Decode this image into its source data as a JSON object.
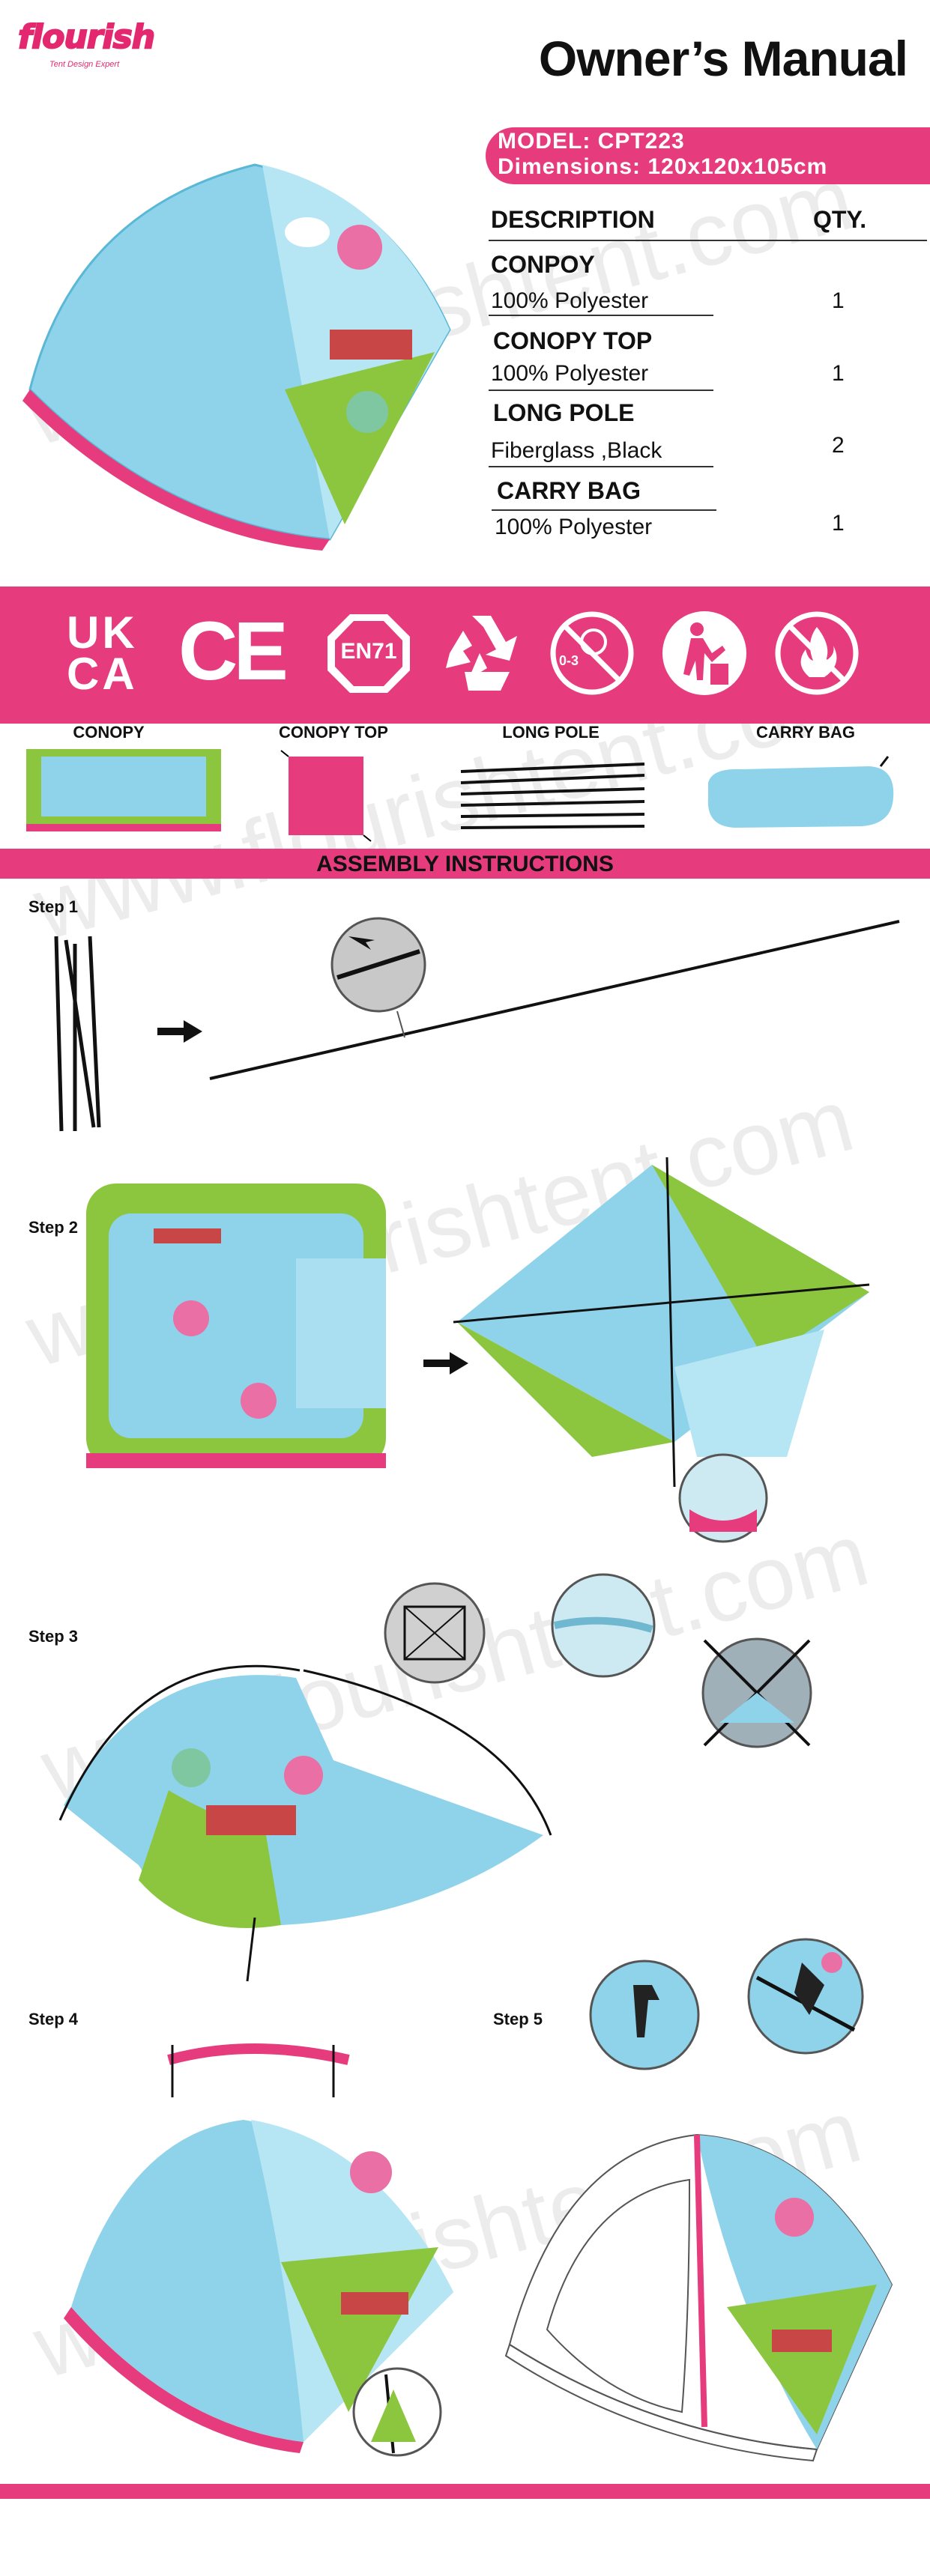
{
  "brand": {
    "name": "flourish",
    "tagline": "Tent Design Expert"
  },
  "title": "Owner’s Manual",
  "model": {
    "line1": "MODEL: CPT223",
    "line2": "Dimensions:  120x120x105cm"
  },
  "table": {
    "header_desc": "DESCRIPTION",
    "header_qty": "QTY.",
    "items": [
      {
        "name": "CONPOY",
        "desc": "100% Polyester",
        "qty": "1"
      },
      {
        "name": "CONOPY TOP",
        "desc": "100% Polyester",
        "qty": "1"
      },
      {
        "name": "LONG POLE",
        "desc": "Fiberglass ,Black",
        "qty": "2"
      },
      {
        "name": "CARRY BAG",
        "desc": "100% Polyester",
        "qty": "1"
      }
    ]
  },
  "certifications": {
    "ukca_top": "UK",
    "ukca_bottom": "CA",
    "ce": "CE",
    "en71": "EN71",
    "age": "0-3"
  },
  "parts": [
    "CONOPY",
    "CONOPY TOP",
    "LONG POLE",
    "CARRY BAG"
  ],
  "assembly_title": "ASSEMBLY INSTRUCTIONS",
  "steps": [
    "Step 1",
    "Step 2",
    "Step 3",
    "Step 4",
    "Step 5"
  ],
  "watermark": "www.flourishtent.com",
  "colors": {
    "accent": "#e63c7e",
    "tent_blue": "#8fd3ea",
    "grass_green": "#8cc63f"
  }
}
